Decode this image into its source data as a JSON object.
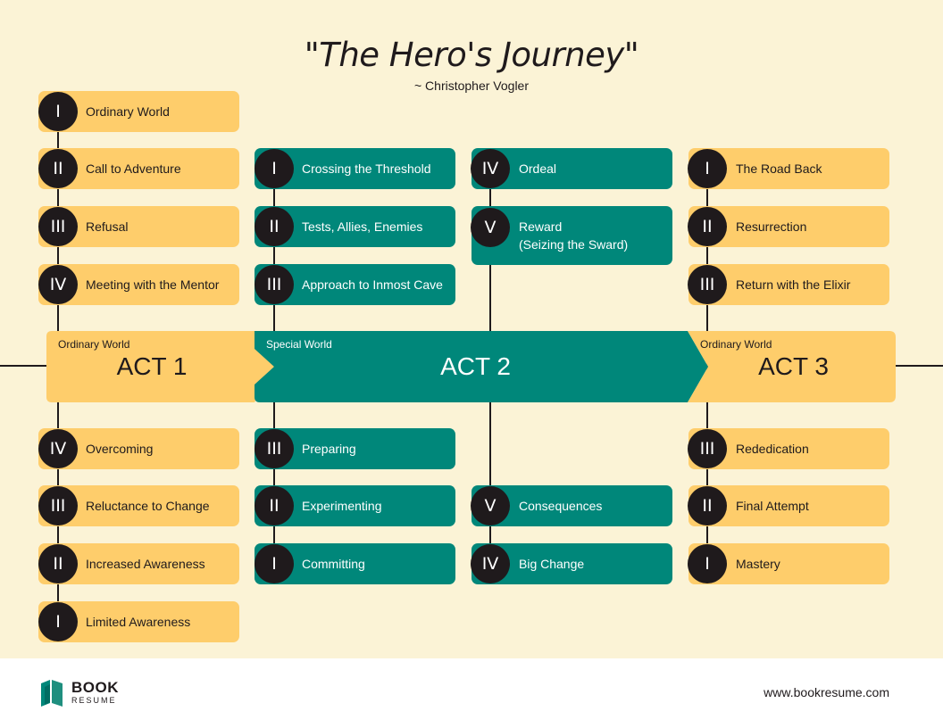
{
  "title": "\"The Hero's Journey\"",
  "subtitle": "~ Christopher Vogler",
  "acts": [
    {
      "label": "Ordinary World",
      "title": "ACT 1"
    },
    {
      "label": "Special World",
      "title": "ACT 2"
    },
    {
      "label": "Ordinary World",
      "title": "ACT 3"
    }
  ],
  "act1_top": [
    {
      "numeral": "I",
      "text": "Ordinary World"
    },
    {
      "numeral": "II",
      "text": "Call to Adventure"
    },
    {
      "numeral": "III",
      "text": "Refusal"
    },
    {
      "numeral": "IV",
      "text": "Meeting with the Mentor"
    }
  ],
  "act1_bottom": [
    {
      "numeral": "IV",
      "text": "Overcoming"
    },
    {
      "numeral": "III",
      "text": "Reluctance to Change"
    },
    {
      "numeral": "II",
      "text": "Increased Awareness"
    },
    {
      "numeral": "I",
      "text": "Limited Awareness"
    }
  ],
  "act2a_top": [
    {
      "numeral": "I",
      "text": "Crossing the Threshold"
    },
    {
      "numeral": "II",
      "text": "Tests, Allies, Enemies"
    },
    {
      "numeral": "III",
      "text": "Approach to Inmost Cave"
    }
  ],
  "act2a_bottom": [
    {
      "numeral": "III",
      "text": "Preparing"
    },
    {
      "numeral": "II",
      "text": "Experimenting"
    },
    {
      "numeral": "I",
      "text": "Committing"
    }
  ],
  "act2b_top": [
    {
      "numeral": "IV",
      "text": "Ordeal"
    },
    {
      "numeral": "V",
      "text": "Reward",
      "text2": "(Seizing the Sward)"
    }
  ],
  "act2b_bottom": [
    {
      "numeral": "V",
      "text": "Consequences"
    },
    {
      "numeral": "IV",
      "text": "Big Change"
    }
  ],
  "act3_top": [
    {
      "numeral": "I",
      "text": "The Road Back"
    },
    {
      "numeral": "II",
      "text": "Resurrection"
    },
    {
      "numeral": "III",
      "text": "Return with the Elixir"
    }
  ],
  "act3_bottom": [
    {
      "numeral": "III",
      "text": "Rededication"
    },
    {
      "numeral": "II",
      "text": "Final Attempt"
    },
    {
      "numeral": "I",
      "text": "Mastery"
    }
  ],
  "footer": {
    "logo_main": "BOOK",
    "logo_sub": "RESUME",
    "url": "www.bookresume.com"
  },
  "colors": {
    "background": "#fbf3d6",
    "yellow": "#fecd6b",
    "teal": "#00877a",
    "dark": "#1f1a1c"
  }
}
